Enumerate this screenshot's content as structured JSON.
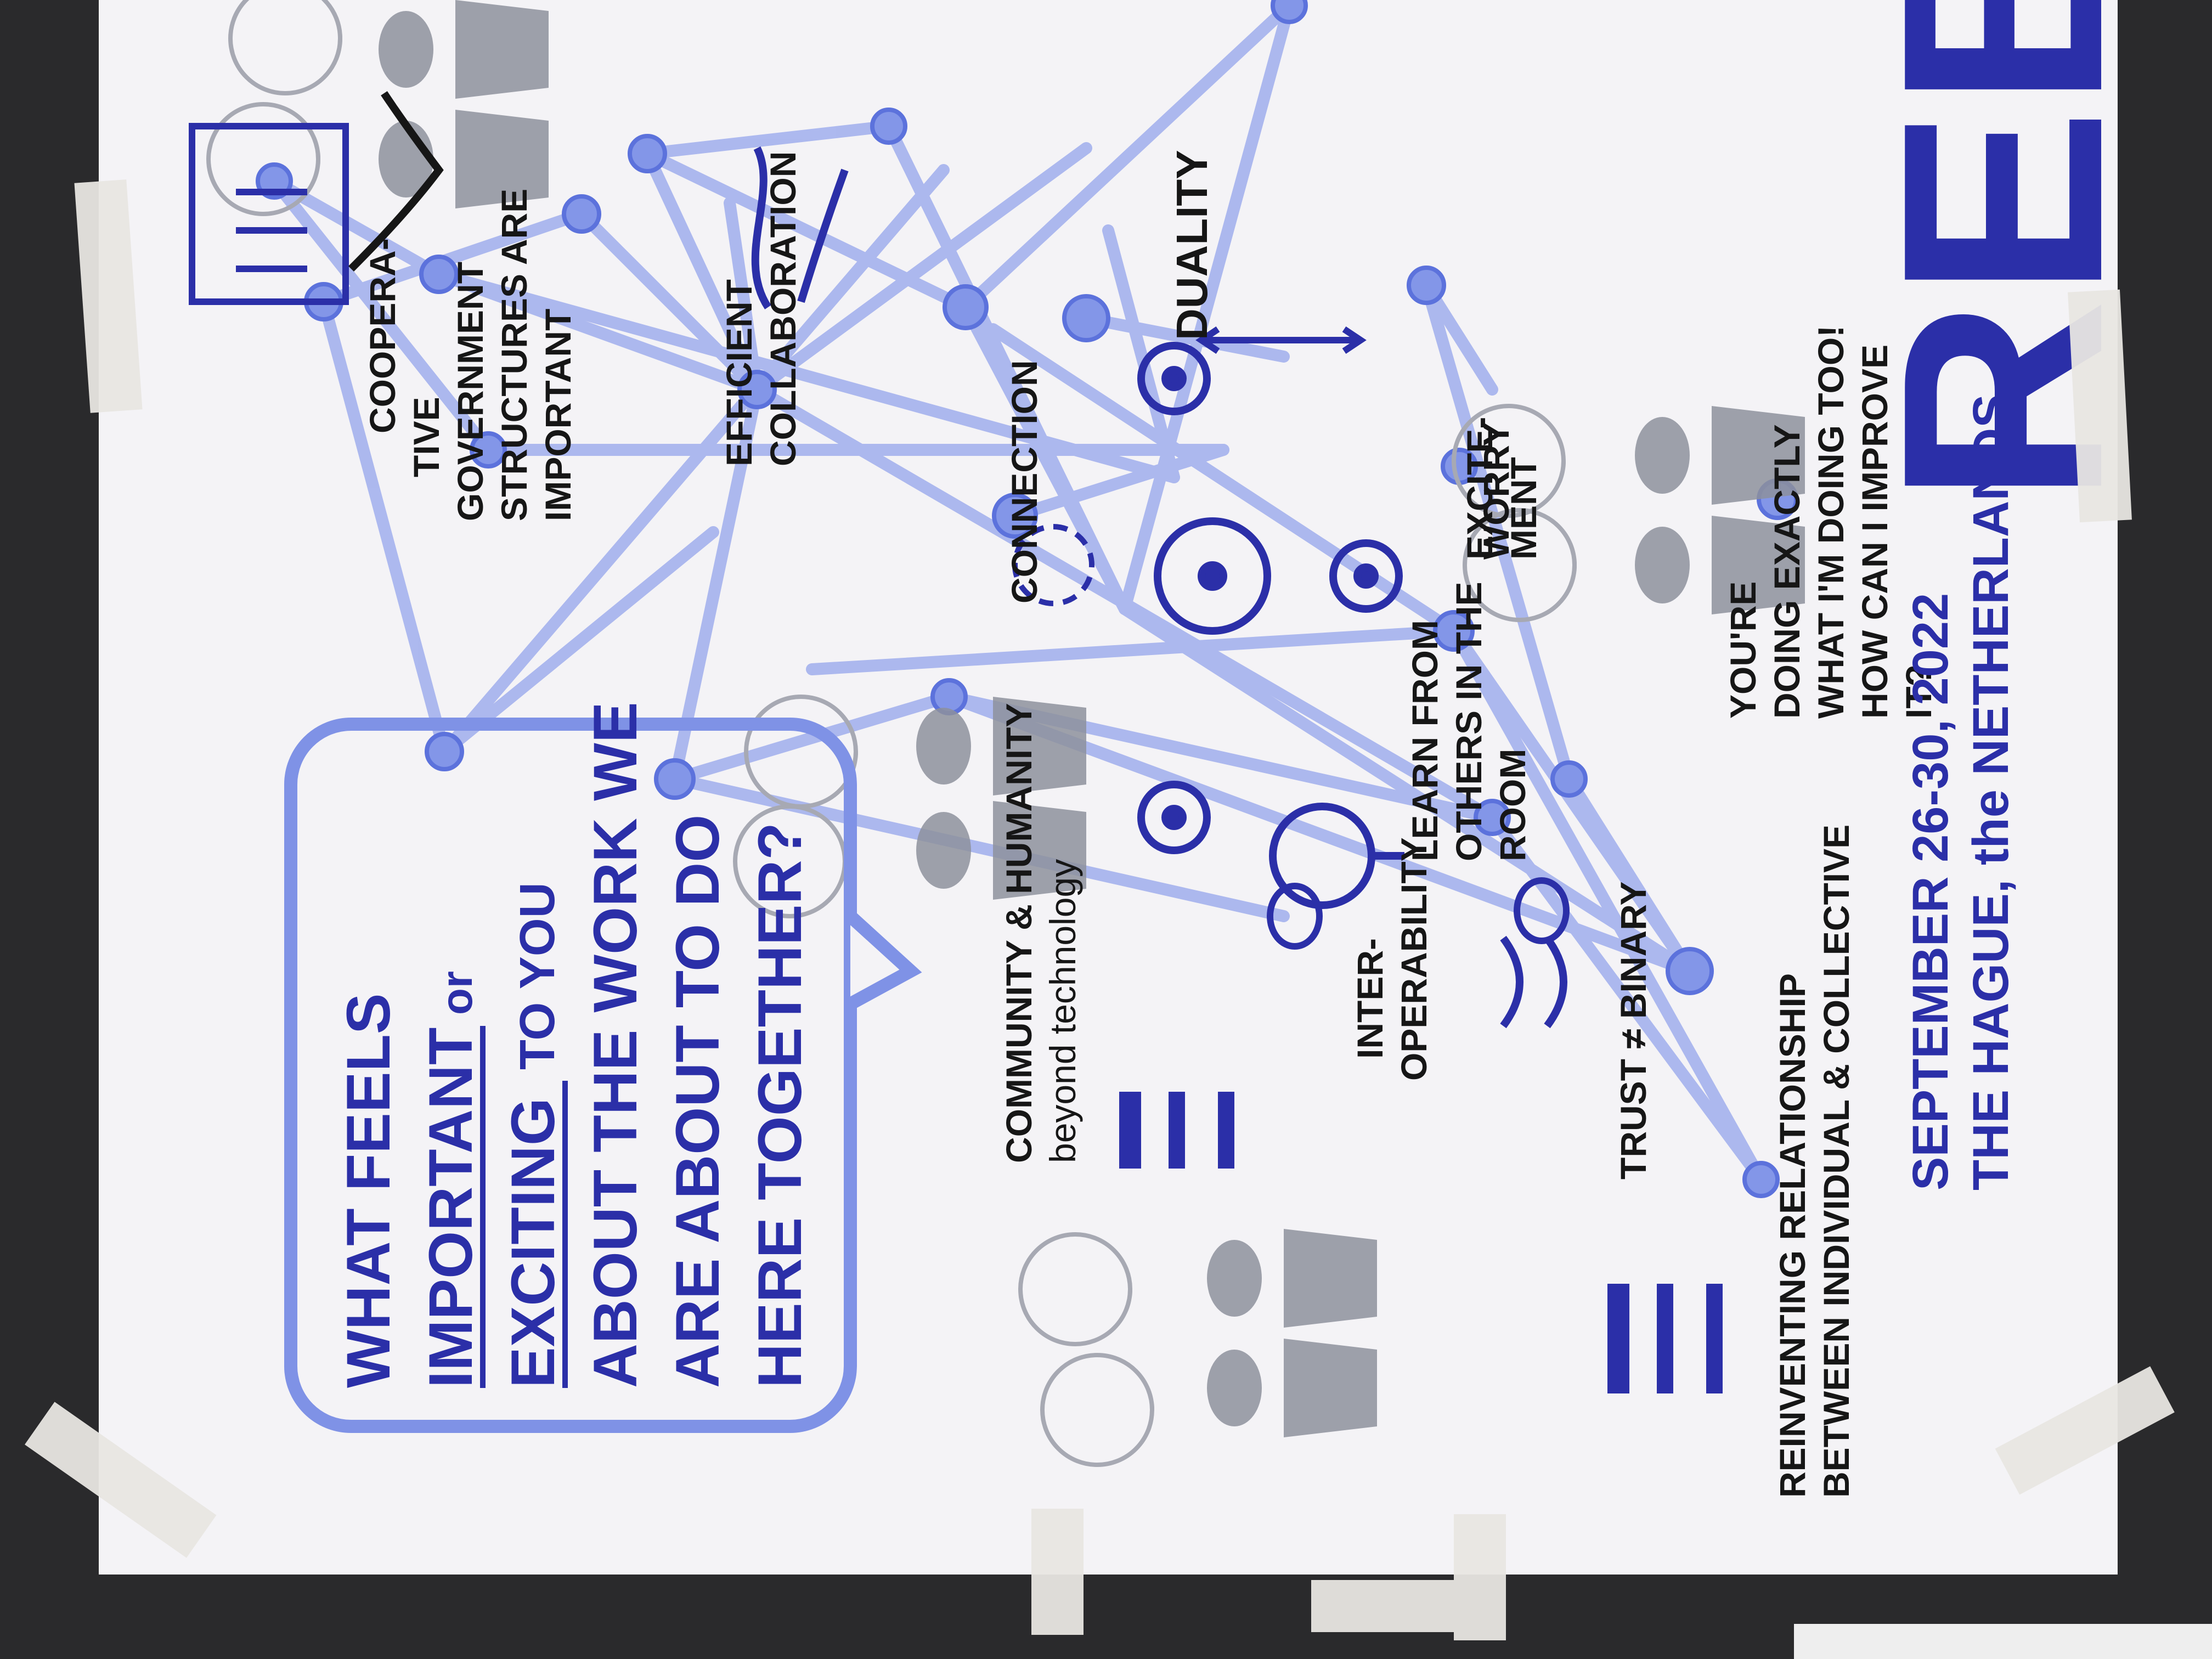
{
  "colors": {
    "ink_blue": "#2b2fa8",
    "ink_black": "#161616",
    "line_blue": "#8f9fe6",
    "node_blue": "#7f92e6",
    "node_dark": "#3a4fc8",
    "person_gray": "#8a8d99",
    "paper": "#f4f3f6",
    "tape": "#e8e6e2",
    "table": "#2a2a2c"
  },
  "question_bubble": {
    "line1": "WHAT FEELS",
    "line2_a": "IMPORTANT",
    "line2_b": "or",
    "line3_a": "EXCITING",
    "line3_b": "TO YOU",
    "line4": "ABOUT THE WORK WE",
    "line5": "ARE ABOUT TO DO",
    "line6": "HERE TOGETHER?"
  },
  "labels": {
    "cooperative_1": "COOPERA-",
    "cooperative_2": "TIVE",
    "cooperative_3": "GOVERNMENT",
    "cooperative_4": "STRUCTURES ARE",
    "cooperative_5": "IMPORTANT",
    "efficient_1": "EFFICIENT",
    "efficient_2": "COLLABORATION",
    "connection": "CONNECTION",
    "duality": "DUALITY",
    "worry": "WORRY",
    "excitement_1": "EXCITE-",
    "excitement_2": "MENT",
    "youre_1": "YOU'RE",
    "youre_2": "DOING EXACTLY",
    "youre_3": "WHAT I'M DOING TOO!",
    "youre_4": "HOW CAN I IMPROVE",
    "youre_5": "IT?",
    "learn_1": "LEARN FROM",
    "learn_2": "OTHERS IN THE",
    "learn_3": "ROOM",
    "trust": "TRUST ≠ BINARY",
    "community_1": "COMMUNITY & HUMANITY",
    "community_2": "beyond technology",
    "interop_1": "INTER-",
    "interop_2": "OPERABILITY",
    "reinventing_1": "REINVENTING RELATIONSHIP",
    "reinventing_2": "BETWEEN INDIVIDUAL & COLLECTIVE"
  },
  "event": {
    "dates": "SEPTEMBER 26-30, 2022",
    "place": "THE HAGUE, the NETHERLANDS",
    "title": "REB"
  },
  "icons": [
    "building-icon",
    "handshake-icon",
    "gear-icon",
    "lightbulb-icon",
    "worried-face-icon",
    "excited-face-icon",
    "hand-icon",
    "person-icon",
    "speech-bubble-icon",
    "crowd-icon"
  ]
}
